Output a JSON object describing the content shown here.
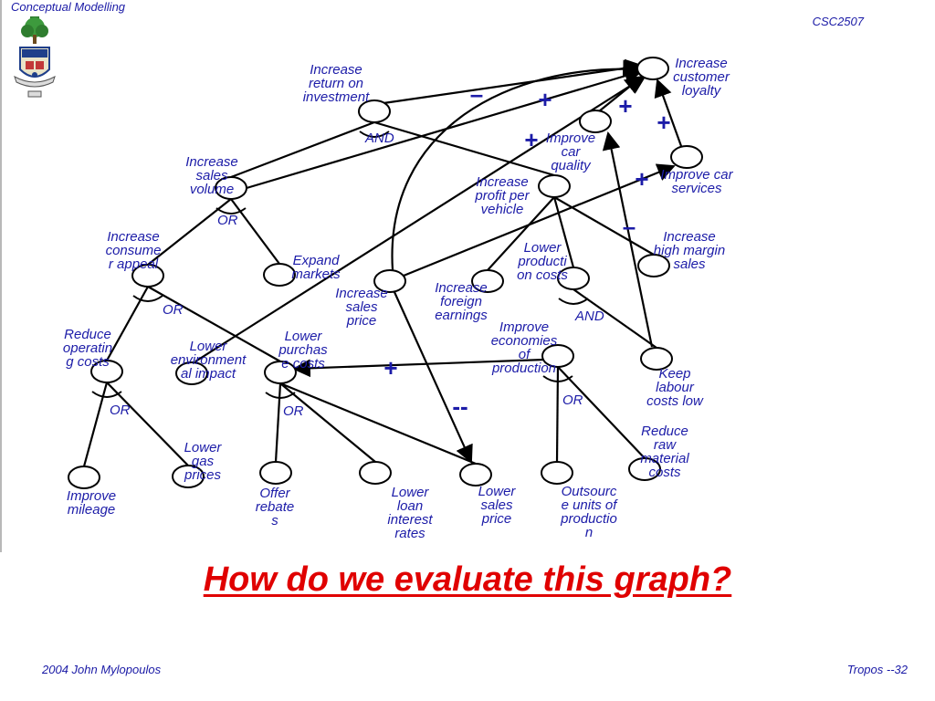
{
  "header": {
    "title": "Conceptual Modelling",
    "course": "CSC2507"
  },
  "footer": {
    "author": "2004 John Mylopoulos",
    "page": "Tropos --32"
  },
  "question": "How do we evaluate this graph?",
  "colors": {
    "text": "#1c1ca8",
    "accent": "#e00000",
    "line": "#000000"
  },
  "goals": [
    {
      "id": "customer_loyalty",
      "lines": [
        "Increase",
        "customer",
        "loyalty"
      ]
    },
    {
      "id": "return_on_investment",
      "lines": [
        "Increase",
        "return on",
        "investment"
      ]
    },
    {
      "id": "car_quality",
      "lines": [
        "Improve",
        "car",
        "quality"
      ]
    },
    {
      "id": "car_services",
      "lines": [
        "Improve car",
        "services"
      ]
    },
    {
      "id": "sales_volume",
      "lines": [
        "Increase",
        "sales",
        "volume"
      ]
    },
    {
      "id": "profit_per_vehicle",
      "lines": [
        "Increase",
        "profit per",
        "vehicle"
      ]
    },
    {
      "id": "high_margin_sales",
      "lines": [
        "Increase",
        "high margin",
        "sales"
      ]
    },
    {
      "id": "consumer_appeal",
      "lines": [
        "Increase",
        "consume",
        "r appeal"
      ]
    },
    {
      "id": "expand_markets",
      "lines": [
        "Expand",
        "markets"
      ]
    },
    {
      "id": "sales_price",
      "lines": [
        "Increase",
        "sales",
        "price"
      ]
    },
    {
      "id": "foreign_earnings",
      "lines": [
        "Increase",
        "foreign",
        "earnings"
      ]
    },
    {
      "id": "production_costs",
      "lines": [
        "Lower",
        "producti",
        "on costs"
      ]
    },
    {
      "id": "operating_costs",
      "lines": [
        "Reduce",
        "operatin",
        "g costs"
      ]
    },
    {
      "id": "environmental_impact",
      "lines": [
        "Lower",
        "environment",
        "al impact"
      ]
    },
    {
      "id": "purchase_costs",
      "lines": [
        "Lower",
        "purchas",
        "e costs"
      ]
    },
    {
      "id": "economies_of_production",
      "lines": [
        "Improve",
        "economies",
        "of",
        "production"
      ]
    },
    {
      "id": "labour_costs",
      "lines": [
        "Keep",
        "labour",
        "costs low"
      ]
    },
    {
      "id": "raw_material_costs",
      "lines": [
        "Reduce",
        "raw",
        "material",
        "costs"
      ]
    },
    {
      "id": "improve_mileage",
      "lines": [
        "Improve",
        "mileage"
      ]
    },
    {
      "id": "gas_prices",
      "lines": [
        "Lower",
        "gas",
        "prices"
      ]
    },
    {
      "id": "offer_rebates",
      "lines": [
        "Offer",
        "rebate",
        "s"
      ]
    },
    {
      "id": "loan_interest_rates",
      "lines": [
        "Lower",
        "loan",
        "interest",
        "rates"
      ]
    },
    {
      "id": "lower_sales_price",
      "lines": [
        "Lower",
        "sales",
        "price"
      ]
    },
    {
      "id": "outsource_units",
      "lines": [
        "Outsourc",
        "e units of",
        "productio",
        "n"
      ]
    }
  ],
  "decompositions": [
    {
      "parent": "return_on_investment",
      "type": "AND"
    },
    {
      "parent": "sales_volume",
      "type": "OR"
    },
    {
      "parent": "consumer_appeal",
      "type": "OR"
    },
    {
      "parent": "production_costs",
      "type": "AND"
    },
    {
      "parent": "operating_costs",
      "type": "OR"
    },
    {
      "parent": "purchase_costs",
      "type": "OR"
    },
    {
      "parent": "economies_of_production",
      "type": "OR"
    }
  ],
  "decomposition_links": [
    [
      "return_on_investment",
      "sales_volume"
    ],
    [
      "return_on_investment",
      "profit_per_vehicle"
    ],
    [
      "sales_volume",
      "consumer_appeal"
    ],
    [
      "sales_volume",
      "expand_markets"
    ],
    [
      "consumer_appeal",
      "operating_costs"
    ],
    [
      "consumer_appeal",
      "purchase_costs"
    ],
    [
      "operating_costs",
      "improve_mileage"
    ],
    [
      "operating_costs",
      "gas_prices"
    ],
    [
      "purchase_costs",
      "offer_rebates"
    ],
    [
      "purchase_costs",
      "loan_interest_rates"
    ],
    [
      "purchase_costs",
      "lower_sales_price"
    ],
    [
      "profit_per_vehicle",
      "high_margin_sales"
    ],
    [
      "profit_per_vehicle",
      "foreign_earnings"
    ],
    [
      "profit_per_vehicle",
      "production_costs"
    ],
    [
      "production_costs",
      "labour_costs"
    ],
    [
      "economies_of_production",
      "outsource_units"
    ],
    [
      "economies_of_production",
      "raw_material_costs"
    ]
  ],
  "contributions": [
    {
      "from": "sales_volume",
      "to": "customer_loyalty",
      "label": "+"
    },
    {
      "from": "return_on_investment",
      "to": "customer_loyalty",
      "label": "–"
    },
    {
      "from": "sales_price",
      "to": "customer_loyalty",
      "label": ""
    },
    {
      "from": "car_quality",
      "to": "customer_loyalty",
      "label": "+"
    },
    {
      "from": "car_services",
      "to": "customer_loyalty",
      "label": "+"
    },
    {
      "from": "environmental_impact",
      "to": "customer_loyalty",
      "label": "+"
    },
    {
      "from": "sales_price",
      "to": "car_services",
      "label": "+"
    },
    {
      "from": "labour_costs",
      "to": "car_quality",
      "label": "–"
    },
    {
      "from": "economies_of_production",
      "to": "purchase_costs",
      "label": "+"
    },
    {
      "from": "sales_price",
      "to": "lower_sales_price",
      "label": "--"
    }
  ]
}
